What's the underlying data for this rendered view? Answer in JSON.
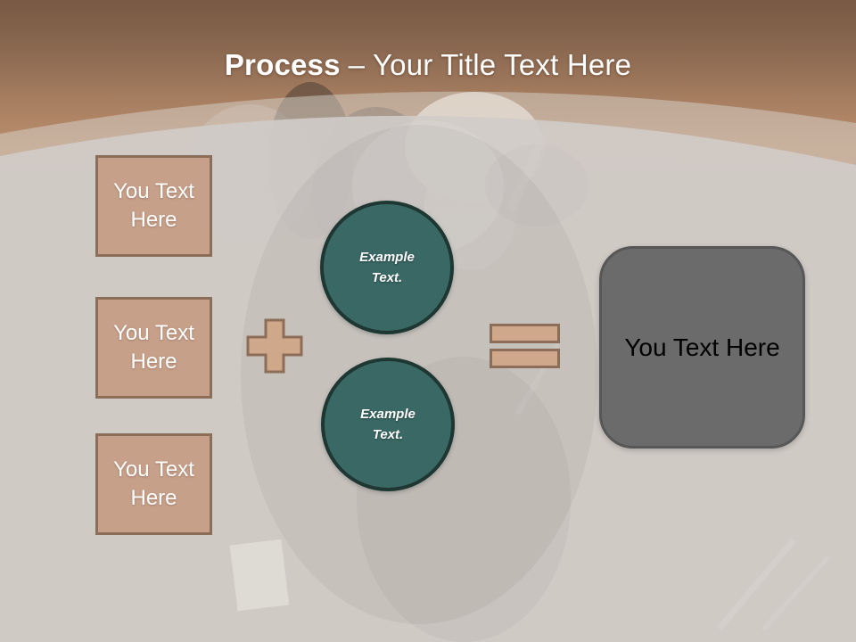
{
  "slide": {
    "title": {
      "bold": "Process",
      "rest": "– Your Title Text Here"
    },
    "inputs": [
      {
        "label": "You Text Here"
      },
      {
        "label": "You Text Here"
      },
      {
        "label": "You Text Here"
      }
    ],
    "examples": [
      {
        "label": "Example Text."
      },
      {
        "label": "Example Text."
      }
    ],
    "result": {
      "label": "You Text Here"
    },
    "operators": {
      "plus": "plus-icon",
      "equals": "equals-icon"
    },
    "colors": {
      "header_top": "#795944",
      "header_bottom": "#b98e6d",
      "body_background": "#cecac7",
      "band_overlay": "#d8d3ce",
      "tan_fill": "#c7a08a",
      "tan_border": "#8c6e58",
      "operator_fill": "#cfa78b",
      "teal_fill": "#3a6965",
      "teal_border": "#1e3733",
      "result_fill": "#6b6b6b",
      "result_border": "#575757",
      "title_text": "#ffffff",
      "input_text": "#ffffff",
      "result_text": "#000000"
    }
  }
}
